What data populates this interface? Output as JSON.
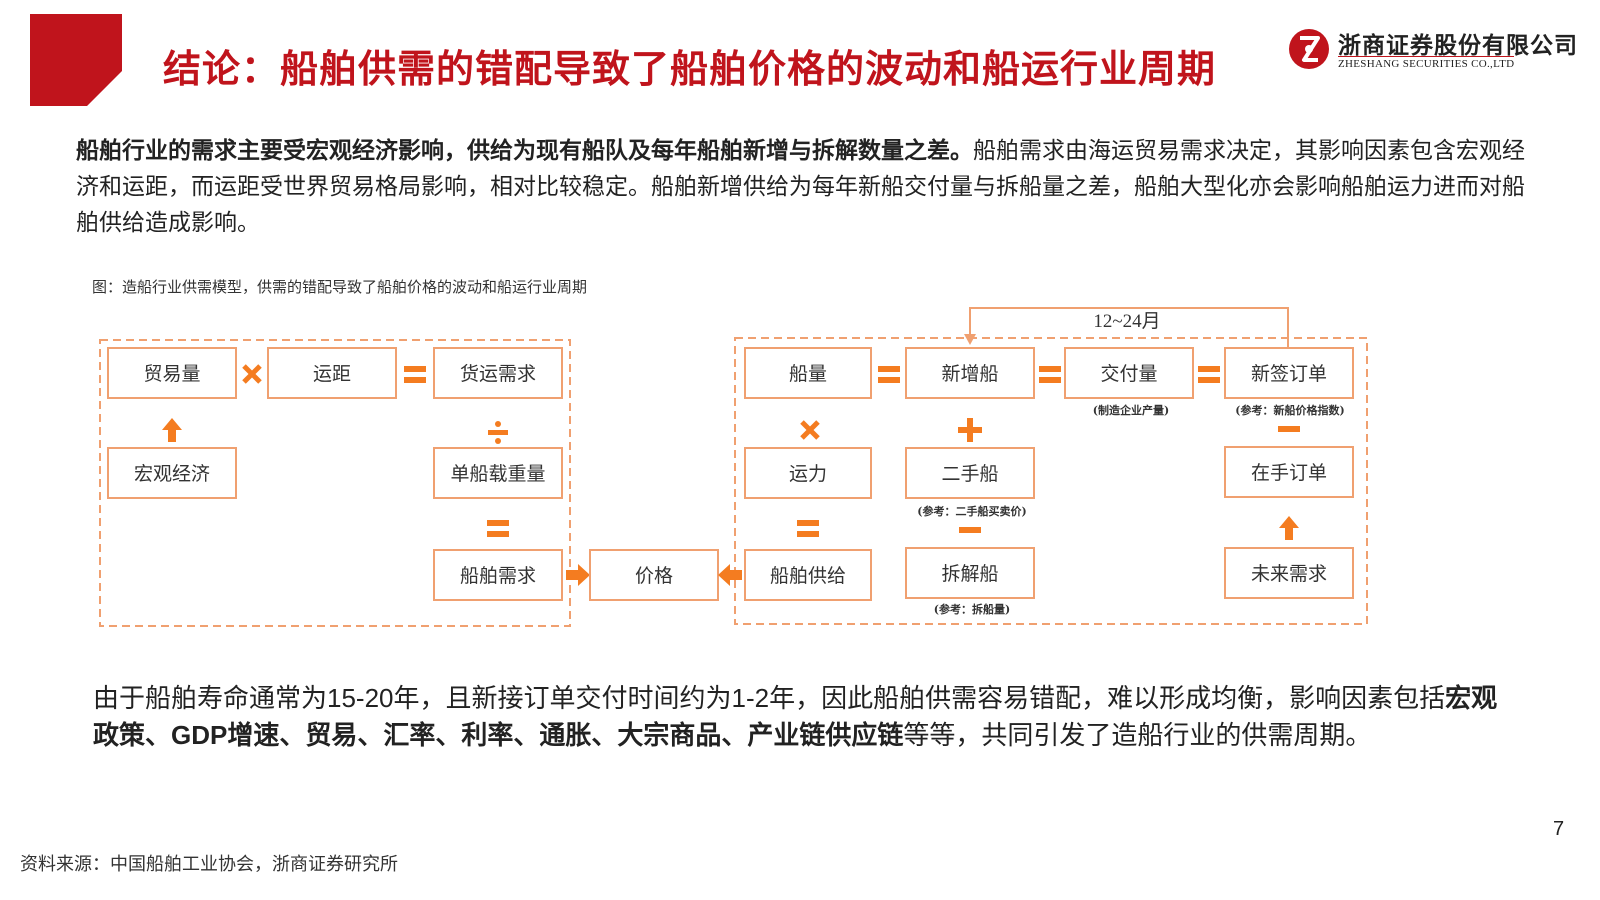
{
  "header": {
    "title": "结论：船舶供需的错配导致了船舶价格的波动和船运行业周期",
    "logo_cn": "浙商证券股份有限公司",
    "logo_en": "ZHESHANG SECURITIES CO.,LTD",
    "accent_color": "#c0141c"
  },
  "intro": {
    "bold": "船舶行业的需求主要受宏观经济影响，供给为现有船队及每年船舶新增与拆解数量之差。",
    "rest": "船舶需求由海运贸易需求决定，其影响因素包含宏观经济和运距，而运距受世界贸易格局影响，相对比较稳定。船舶新增供给为每年新船交付量与拆船量之差，船舶大型化亦会影响船舶运力进而对船舶供给造成影响。"
  },
  "figure": {
    "caption": "图：造船行业供需模型，供需的错配导致了船舶价格的波动和船运行业周期",
    "cycle_label": "12~24月",
    "nodes": {
      "trade_volume": "贸易量",
      "distance": "运距",
      "freight_demand": "货运需求",
      "macro": "宏观经济",
      "load_weight": "单船载重量",
      "ship_demand": "船舶需求",
      "price": "价格",
      "ship_supply": "船舶供给",
      "fleet": "船量",
      "capacity": "运力",
      "new_ships": "新增船",
      "second_hand": "二手船",
      "scrapping": "拆解船",
      "deliveries": "交付量",
      "new_orders": "新签订单",
      "orderbook": "在手订单",
      "future_demand": "未来需求"
    },
    "notes": {
      "deliveries": "(制造企业产量)",
      "new_orders": "(参考：新船价格指数)",
      "second_hand": "(参考：二手船买卖价)",
      "scrapping": "(参考：拆船量)"
    },
    "arrow_color": "#f47c20",
    "box_border_color": "#f0a070"
  },
  "conclusion": {
    "part1": "由于船舶寿命通常为15-20年，且新接订单交付时间约为1-2年，因此船舶供需容易错配，难以形成均衡，影响因素包括",
    "bold": "宏观政策、GDP增速、贸易、汇率、利率、通胀、大宗商品、产业链供应链",
    "part2": "等等，共同引发了造船行业的供需周期。"
  },
  "footer": {
    "page_number": "7",
    "source": "资料来源：中国船舶工业协会，浙商证券研究所"
  }
}
